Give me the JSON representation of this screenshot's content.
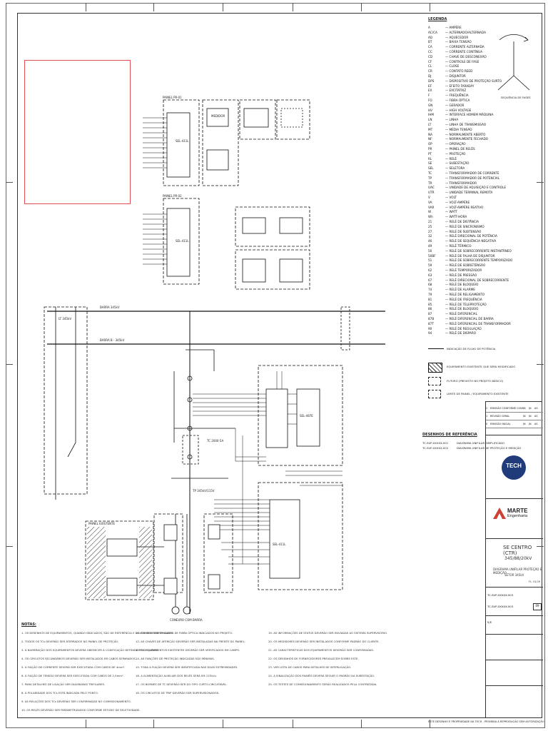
{
  "legend": {
    "heading": "LEGENDA",
    "entries": [
      [
        "A",
        "AMPÉRE"
      ],
      [
        "AC/CA",
        "ALTERNADO/ALTERNADA"
      ],
      [
        "AQ",
        "AQUECEDOR"
      ],
      [
        "BT",
        "BAIXA TENSÃO"
      ],
      [
        "CA",
        "CORRENTE ALTERNADA"
      ],
      [
        "CC",
        "CORRENTE CONTÍNUA"
      ],
      [
        "CD",
        "CHAVE DE DESCONEXÃO"
      ],
      [
        "CF",
        "CONTROLE DE FASE"
      ],
      [
        "CL",
        "CLOSE"
      ],
      [
        "CR",
        "CONTATO REED"
      ],
      [
        "DJ",
        "DISJUNTOR"
      ],
      [
        "DPS",
        "DISPOSITIVO DE PROTEÇÃO SURTO"
      ],
      [
        "EF",
        "EFEITO FARADAY"
      ],
      [
        "EX",
        "EXCITATRIZ"
      ],
      [
        "F",
        "FREQUÊNCIA"
      ],
      [
        "FO",
        "FIBRA ÓPTICA"
      ],
      [
        "GN",
        "GERADOR"
      ],
      [
        "HV",
        "HIGH VOLTAGE"
      ],
      [
        "IHM",
        "INTERFACE HOMEM MÁQUINA"
      ],
      [
        "LN",
        "LINHA"
      ],
      [
        "LT",
        "LINHA DE TRANSMISSÃO"
      ],
      [
        "MT",
        "MÉDIA TENSÃO"
      ],
      [
        "NA",
        "NORMALMENTE ABERTO"
      ],
      [
        "NF",
        "NORMALMENTE FECHADO"
      ],
      [
        "OP",
        "OPERAÇÃO"
      ],
      [
        "PR",
        "PAINEL DE RELÉS"
      ],
      [
        "PT",
        "PROTEÇÃO"
      ],
      [
        "RL",
        "RELÉ"
      ],
      [
        "SE",
        "SUBESTAÇÃO"
      ],
      [
        "SEL",
        "SELETORA"
      ],
      [
        "TC",
        "TRANSFORMADOR DE CORRENTE"
      ],
      [
        "TP",
        "TRANSFORMADOR DE POTENCIAL"
      ],
      [
        "TR",
        "TRANSFORMADOR"
      ],
      [
        "UAC",
        "UNIDADE DE AQUISIÇÃO E CONTROLE"
      ],
      [
        "UTR",
        "UNIDADE TERMINAL REMOTA"
      ],
      [
        "V",
        "VOLT"
      ],
      [
        "VA",
        "VOLT-AMPÉRE"
      ],
      [
        "VAR",
        "VOLT-AMPÉRE REATIVO"
      ],
      [
        "W",
        "WATT"
      ],
      [
        "Wh",
        "WATT-HORA"
      ],
      [
        "21",
        "RELÉ DE DISTÂNCIA"
      ],
      [
        "25",
        "RELÉ DE SINCRONISMO"
      ],
      [
        "27",
        "RELÉ DE SUBTENSÃO"
      ],
      [
        "32",
        "RELÉ DIRECIONAL DE POTÊNCIA"
      ],
      [
        "46",
        "RELÉ DE SEQUÊNCIA NEGATIVA"
      ],
      [
        "49",
        "RELÉ TÉRMICO"
      ],
      [
        "50",
        "RELÉ DE SOBRECORRENTE INSTANTÂNEO"
      ],
      [
        "50BF",
        "RELÉ DE FALHA DE DISJUNTOR"
      ],
      [
        "51",
        "RELÉ DE SOBRECORRENTE TEMPORIZADO"
      ],
      [
        "59",
        "RELÉ DE SOBRETENSÃO"
      ],
      [
        "62",
        "RELÉ TEMPORIZADOR"
      ],
      [
        "63",
        "RELÉ DE PRESSÃO"
      ],
      [
        "67",
        "RELÉ DIRECIONAL DE SOBRECORRENTE"
      ],
      [
        "68",
        "RELÉ DE BLOQUEIO"
      ],
      [
        "74",
        "RELÉ DE ALARME"
      ],
      [
        "79",
        "RELÉ DE RELIGAMENTO"
      ],
      [
        "81",
        "RELÉ DE FREQUÊNCIA"
      ],
      [
        "85",
        "RELÉ DE TELEPROTEÇÃO"
      ],
      [
        "86",
        "RELÉ DE BLOQUEIO"
      ],
      [
        "87",
        "RELÉ DIFERENCIAL"
      ],
      [
        "87B",
        "RELÉ DIFERENCIAL DE BARRA"
      ],
      [
        "87T",
        "RELÉ DIFERENCIAL DE TRANSFORMADOR"
      ],
      [
        "90",
        "RELÉ DE REGULAÇÃO"
      ],
      [
        "94",
        "RELÉ DE DISPARO"
      ]
    ],
    "symbols": [
      "INDICAÇÃO DE FLUXO DE POTÊNCIA",
      "EQUIPAMENTO EXISTENTE QUE SERÁ MODIFICADO",
      "FUTURO (PREVISTO NO PROJETO BÁSICO)",
      "LIMITE DE PAINEL / EQUIPAMENTO EXISTENTE"
    ],
    "phasor_label": "SEQUÊNCIA DE FASES"
  },
  "references": {
    "heading": "DESENHOS DE REFERÊNCIA",
    "items": [
      [
        "TC-SUP-XXXXX-001",
        "DIAGRAMA UNIFILAR SIMPLIFICADO"
      ],
      [
        "TC-SUP-XXXXX-002",
        "DIAGRAMA UNIFILAR DE PROTEÇÃO E MEDIÇÃO"
      ]
    ]
  },
  "revisions": [
    [
      "2",
      "EMISSÃO CONFORME CONSTRUÍDO",
      "JN",
      "JN",
      "AS"
    ],
    [
      "1",
      "REVISÃO GERAL",
      "JN",
      "JN",
      "AS"
    ],
    [
      "0",
      "EMISSÃO INICIAL",
      "JN",
      "JN",
      "AS"
    ]
  ],
  "title_block": {
    "logo1": "TECH",
    "logo2_line1": "MARTE",
    "logo2_line2": "Engenharia",
    "project": "SE CENTRO (CTR)",
    "voltage": "345/88/20kV",
    "drawing_title_1": "DIAGRAMA UNIFILAR PROTEÇÃO E MEDIÇÃO",
    "drawing_title_2": "SETOR 345kV",
    "sheet": "FL. 01/19",
    "drawing_no_1": "TC-SUP-XXXXX-003",
    "drawing_no_2": "TC-SUP-XXXXX-003",
    "rev": "09",
    "scale": "S/E",
    "footer": "ESTE DESENHO É PROPRIEDADE DA TECH - PROIBIDA A REPRODUÇÃO SEM AUTORIZAÇÃO"
  },
  "diagram": {
    "bus1": "BARRA 345kV",
    "bus2": "BARRA B - 345kV",
    "panel_a": "PAINEL PR-01",
    "panel_b": "PAINEL PR-02",
    "relay_a": "SEL-411L",
    "relay_b": "SEL-487E",
    "meter": "MEDIDOR",
    "bay_label": "CONEXÃO COM BARRA",
    "ct_label": "TC 2000-5A",
    "vt_label": "TP 345kV/115V",
    "hatched_panel": "PAINEL EXISTENTE",
    "feeder": "LT 345kV"
  },
  "notes": {
    "heading": "NOTAS:",
    "col1": [
      "1. OS DESENHOS DE EQUIPAMENTOS, QUANDO INDICADOS, SÃO DE REFERÊNCIA E DEVEM SER CONFIRMADOS.",
      "2. TODOS OS TCs DEVERÃO SER ATERRADOS NO PAINEL DE PROTEÇÃO.",
      "3. A NUMERAÇÃO DOS EQUIPAMENTOS DEVERÁ OBEDECER À CODIFICAÇÃO DEFINIDA PELO CLIENTE.",
      "4. OS CIRCUITOS SECUNDÁRIOS DEVERÃO SER INSTALADOS EM CABOS SEPARADOS.",
      "5. A FIAÇÃO DE CORRENTE DEVERÁ SER EXECUTADA COM CABOS DE 4mm².",
      "6. A FIAÇÃO DE TENSÃO DEVERÁ SER EXECUTADA COM CABOS DE 2,5mm².",
      "7. PARA DETALHES DE LIGAÇÃO VER DIAGRAMAS TRIFILARES.",
      "8. A POLARIDADE DOS TCs ESTÁ INDICADA PELO PONTO.",
      "9. AS RELAÇÕES DOS TCs DEVERÃO SER CONFIRMADAS NO COMISSIONAMENTO.",
      "10. OS RELÉS DEVERÃO SER PARAMETRIZADOS CONFORME ESTUDO DE SELETIVIDADE."
    ],
    "col2": [
      "11. CONSIDERAR OS CABOS DE FIBRA ÓPTICA INDICADOS NO PROJETO.",
      "12. AS CHAVES DE AFERIÇÃO DEVERÃO SER INSTALADAS NA FRENTE DO PAINEL.",
      "13. OS EQUIPAMENTOS EXISTENTES DEVERÃO SER VERIFICADOS EM CAMPO.",
      "14. AS FUNÇÕES DE PROTEÇÃO INDICADAS SÃO MÍNIMAS.",
      "15. TODA A FIAÇÃO DEVERÁ SER IDENTIFICADA NAS DUAS EXTREMIDADES.",
      "16. A ALIMENTAÇÃO AUXILIAR DOS RELÉS SERÁ EM 125Vcc.",
      "17. OS BORNES DE TC DEVERÃO SER DO TIPO CURTO-CIRCUITÁVEL.",
      "18. OS CIRCUITOS DE TRIP DEVERÃO SER SUPERVISIONADOS."
    ],
    "col3": [
      "19. AS INFORMAÇÕES DE STATUS DEVERÃO SER ENVIADAS AO SISTEMA SUPERVISÓRIO.",
      "20. OS MEDIDORES DEVERÃO SER INSTALADOS CONFORME PADRÃO DO CLIENTE.",
      "21. AS CARACTERÍSTICAS DOS EQUIPAMENTOS DEVERÃO SER CONFIRMADAS.",
      "22. OS DESENHOS DE FORNECEDORES PREVALECEM SOBRE ESTE.",
      "23. VER LISTA DE CABOS PARA DETALHES DE INTERLIGAÇÃO.",
      "24. A SINALIZAÇÃO DOS PAINÉIS DEVERÁ SEGUIR O PADRÃO DA SUBESTAÇÃO.",
      "25. OS TESTES DE COMISSIONAMENTO SERÃO REALIZADOS PELA CONTRATADA."
    ]
  }
}
